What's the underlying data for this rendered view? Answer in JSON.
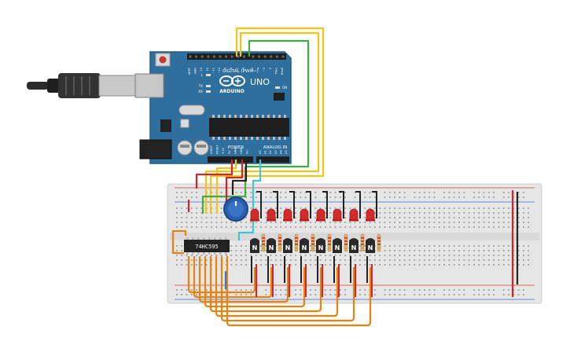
{
  "board": {
    "brand": "ARDUINO",
    "model": "UNO",
    "digital_header_label": "DIGITAL (PWM~)",
    "power_label": "POWER",
    "analog_label": "ANALOG IN",
    "digital_pins": [
      "AREF",
      "GND",
      "13",
      "12",
      "~11",
      "~10",
      "~9",
      "8",
      "7",
      "~6",
      "~5",
      "4",
      "~3",
      "2",
      "TX▸1",
      "RX◂0"
    ],
    "power_pins": [
      "IOREF",
      "RESET",
      "3.3V",
      "5V",
      "GND",
      "GND",
      "Vin"
    ],
    "analog_pins": [
      "A0",
      "A1",
      "A2",
      "A3",
      "A4",
      "A5"
    ],
    "led_labels": [
      "L",
      "TX",
      "RX",
      "ON"
    ]
  },
  "shift_register": {
    "label": "74HC595"
  },
  "transistor_marking": "N",
  "colors": {
    "board_blue": "#2f6f9e",
    "breadboard": "#e6e6e6",
    "wire_orange": "#e8820e",
    "wire_yellow": "#f2c418",
    "wire_green": "#3fae3f",
    "wire_red": "#d62424",
    "wire_black": "#222222",
    "wire_cyan": "#43c3d6",
    "wire_blue": "#2a7fd4",
    "led_red": "#d42a2a",
    "pot_blue": "#2a5fb0"
  }
}
